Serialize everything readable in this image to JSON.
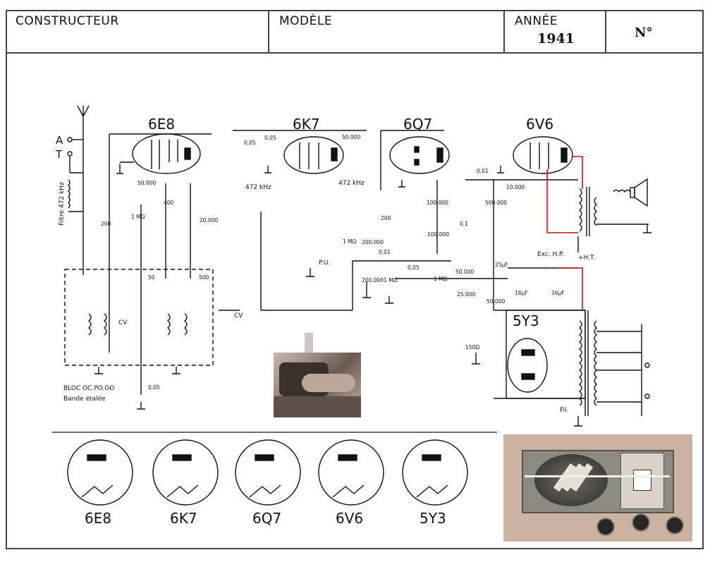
{
  "header": {
    "constructeur_label": "CONSTRUCTEUR",
    "modele_label": "MODÈLE",
    "annee_label": "ANNÉE",
    "annee_value": "1941",
    "numero_label": "N°"
  },
  "schematic": {
    "tubes": [
      "6E8",
      "6K7",
      "6Q7",
      "6V6",
      "5Y3"
    ],
    "antenna_labels": [
      "A",
      "T"
    ],
    "filter_label": "Filtre 472 kHz",
    "if_labels": [
      "472 kHz",
      "472 kHz"
    ],
    "pu_label": "P.U.",
    "ht_label": "+H.T.",
    "ht_short": "+ HT",
    "hp_label": "Exc. H.P.",
    "fil_label": "Fil.",
    "cv_label": "CV",
    "bloc_label": "BLOC OC.PO.GO",
    "bande_label": "Bande étalée",
    "values": [
      "0,05",
      "50.000",
      "50.000",
      "400",
      "20.000",
      "1 MΩ",
      "200",
      "0,05",
      "0,01",
      "100.000",
      "200",
      "0,1",
      "100.000",
      "500.000",
      "10.000",
      "200.000",
      "1 MΩ",
      "0,01",
      "200.000",
      "1 MΩ",
      "0,05",
      "50.000",
      "1 MΩ",
      "25.000",
      "50.000",
      "25µF",
      "16µF",
      "16µF",
      "150Ω",
      "50",
      "500",
      "0,05"
    ]
  },
  "socket_labels": [
    "6E8",
    "6K7",
    "6Q7",
    "6V6",
    "5Y3"
  ],
  "colors": {
    "line": "#111111",
    "red_wire": "#cc1111",
    "border": "#444444"
  }
}
